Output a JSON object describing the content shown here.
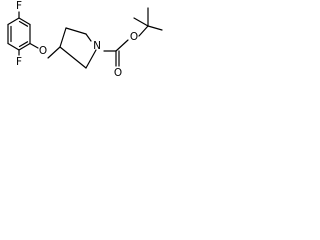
{
  "structure": {
    "atoms": {
      "F_top": "F",
      "F_bottom": "F",
      "O_ether": "O",
      "N": "N",
      "O_carbonyl": "O",
      "O_ester": "O"
    }
  }
}
